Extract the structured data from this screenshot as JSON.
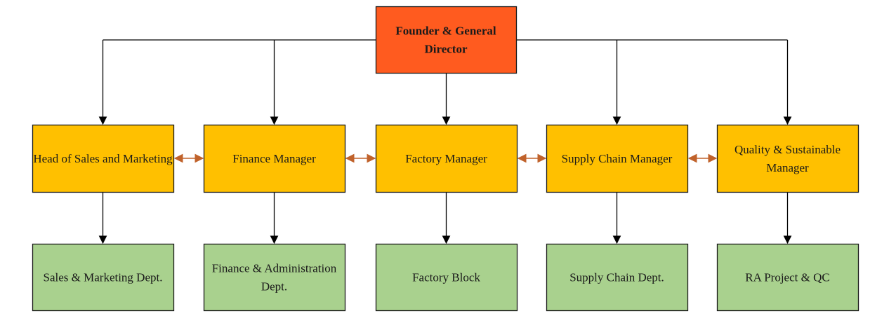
{
  "org_chart": {
    "root": {
      "label_lines": [
        "Founder & General",
        "Director"
      ],
      "color": "#FF5B1F"
    },
    "managers": [
      {
        "label_lines": [
          "Head of Sales and Marketing"
        ]
      },
      {
        "label_lines": [
          "Finance Manager"
        ]
      },
      {
        "label_lines": [
          "Factory Manager"
        ]
      },
      {
        "label_lines": [
          "Supply Chain Manager"
        ]
      },
      {
        "label_lines": [
          "Quality & Sustainable",
          "Manager"
        ]
      }
    ],
    "departments": [
      {
        "label_lines": [
          "Sales & Marketing Dept."
        ]
      },
      {
        "label_lines": [
          "Finance & Administration",
          "Dept."
        ]
      },
      {
        "label_lines": [
          "Factory Block"
        ]
      },
      {
        "label_lines": [
          "Supply Chain Dept."
        ]
      },
      {
        "label_lines": [
          "RA Project & QC"
        ]
      }
    ],
    "colors": {
      "manager_fill": "#FFC000",
      "department_fill": "#A9D18E",
      "connector": "#000000",
      "peer_arrow": "#C0622B",
      "border": "#1a1a1a"
    }
  }
}
